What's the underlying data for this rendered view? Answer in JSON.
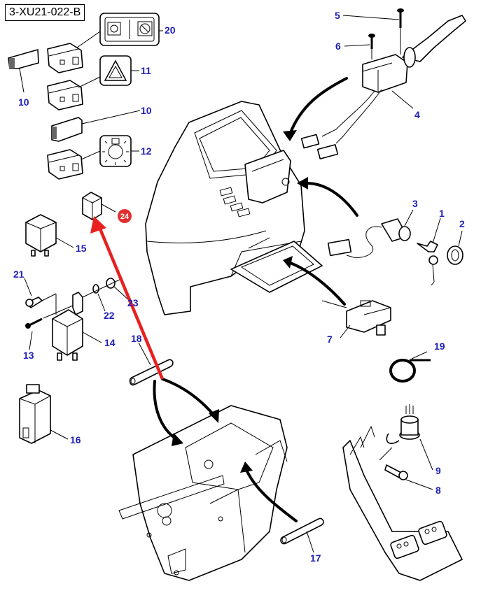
{
  "diagram": {
    "reference_code": "3-XU21-022-B",
    "callout_color": "#1f1fb8",
    "highlight_color": "#e82020",
    "highlighted_part": {
      "number": "24",
      "badge_color": "#e03030"
    },
    "callouts": [
      {
        "id": "c1",
        "label": "1"
      },
      {
        "id": "c2",
        "label": "2"
      },
      {
        "id": "c3",
        "label": "3"
      },
      {
        "id": "c4",
        "label": "4"
      },
      {
        "id": "c5",
        "label": "5"
      },
      {
        "id": "c6",
        "label": "6"
      },
      {
        "id": "c7",
        "label": "7"
      },
      {
        "id": "c8",
        "label": "8"
      },
      {
        "id": "c9",
        "label": "9"
      },
      {
        "id": "c10a",
        "label": "10"
      },
      {
        "id": "c10b",
        "label": "10"
      },
      {
        "id": "c11",
        "label": "11"
      },
      {
        "id": "c12",
        "label": "12"
      },
      {
        "id": "c13",
        "label": "13"
      },
      {
        "id": "c14",
        "label": "14"
      },
      {
        "id": "c15",
        "label": "15"
      },
      {
        "id": "c16",
        "label": "16"
      },
      {
        "id": "c17",
        "label": "17"
      },
      {
        "id": "c18",
        "label": "18"
      },
      {
        "id": "c19",
        "label": "19"
      },
      {
        "id": "c20",
        "label": "20"
      },
      {
        "id": "c21",
        "label": "21"
      },
      {
        "id": "c22",
        "label": "22"
      },
      {
        "id": "c23",
        "label": "23"
      }
    ]
  }
}
